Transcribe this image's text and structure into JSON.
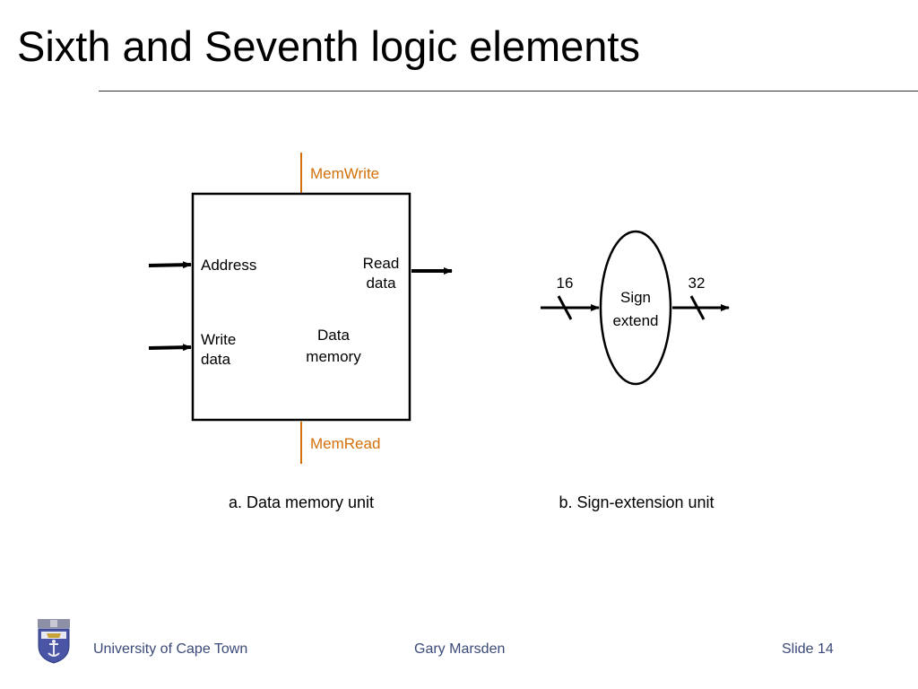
{
  "slide": {
    "title": "Sixth and Seventh logic elements"
  },
  "data_memory": {
    "mem_write": "MemWrite",
    "mem_read": "MemRead",
    "address": "Address",
    "write_data_1": "Write",
    "write_data_2": "data",
    "read_data_1": "Read",
    "read_data_2": "data",
    "name_1": "Data",
    "name_2": "memory",
    "caption": "a. Data memory unit"
  },
  "sign_extend": {
    "name_1": "Sign",
    "name_2": "extend",
    "in_width": "16",
    "out_width": "32",
    "caption": "b. Sign-extension unit"
  },
  "footer": {
    "university": "University of Cape Town",
    "author": "Gary Marsden",
    "slide_number": "Slide 14"
  },
  "colors": {
    "control": "#d4700a",
    "footer_text": "#3b4a78"
  }
}
